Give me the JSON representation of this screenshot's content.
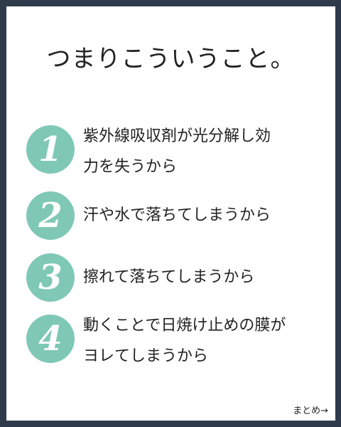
{
  "title": "つまりこういうこと。",
  "items": [
    {
      "number": "1",
      "lines": [
        "紫外線吸収剤が光分解し効",
        "力を失うから"
      ]
    },
    {
      "number": "2",
      "lines": [
        "汗や水で落ちてしまうから"
      ]
    },
    {
      "number": "3",
      "lines": [
        "擦れて落ちてしまうから"
      ]
    },
    {
      "number": "4",
      "lines": [
        "動くことで日焼け止めの膜が",
        "ヨレてしまうから"
      ]
    }
  ],
  "footer": "まとめ→",
  "colors": {
    "frame": "#2f3a4b",
    "number_circle": "#7fc8b6"
  }
}
